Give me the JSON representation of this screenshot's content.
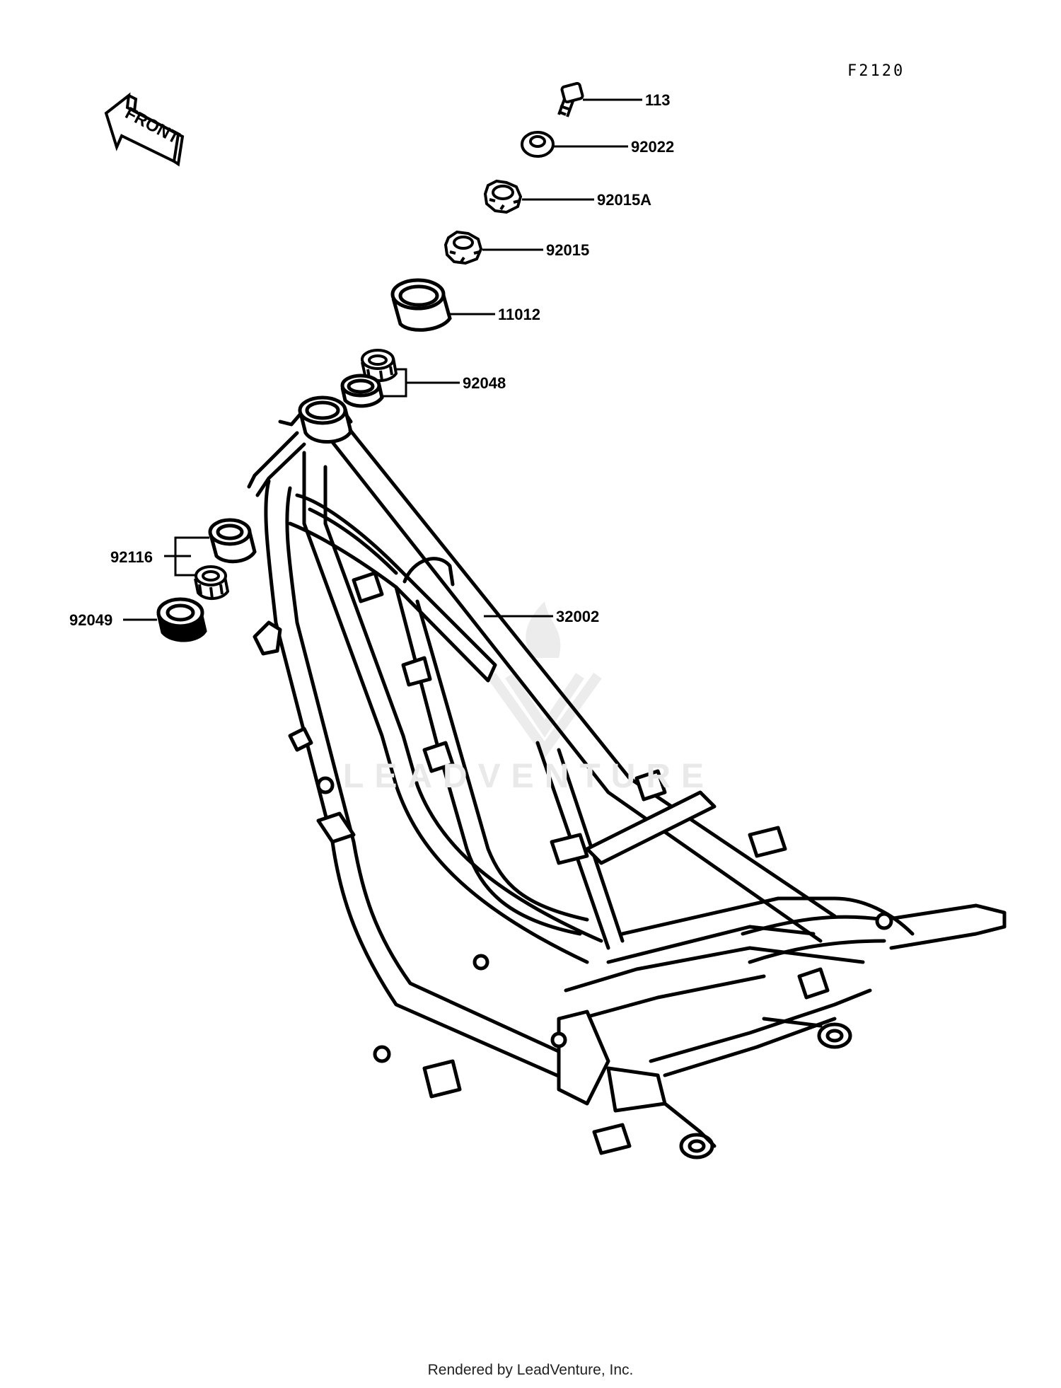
{
  "diagram_code": "F2120",
  "front_arrow_label": "FRONT",
  "watermark": "LEADVENTURE",
  "footer": "Rendered by LeadVenture, Inc.",
  "parts": {
    "p113": "113",
    "p92022": "92022",
    "p92015A": "92015A",
    "p92015": "92015",
    "p11012": "11012",
    "p92048": "92048",
    "p92116": "92116",
    "p92049": "92049",
    "p32002": "32002"
  }
}
